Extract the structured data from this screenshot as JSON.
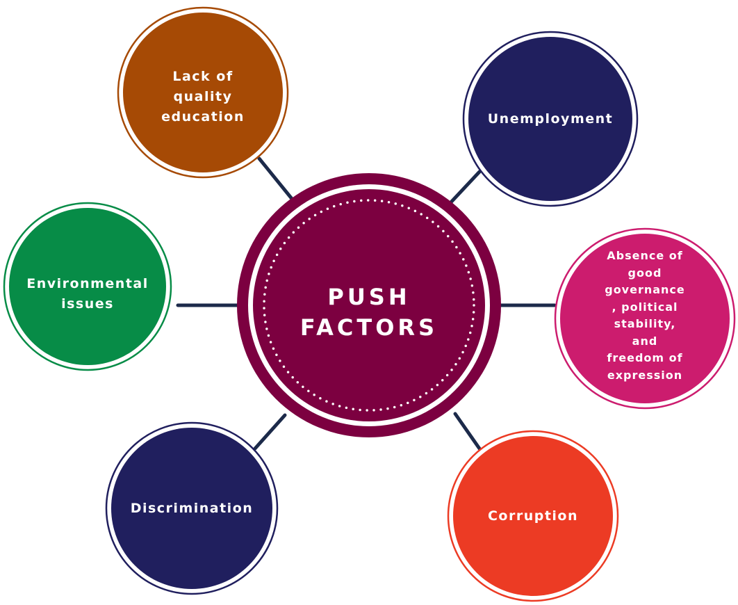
{
  "center": {
    "title_line1": "PUSH",
    "title_line2": "FACTORS",
    "fill": "#7c0040"
  },
  "connector_color": "#1c2a4a",
  "nodes": [
    {
      "id": "lack-of-quality-education",
      "lines": [
        "Lack of",
        "quality",
        "education"
      ],
      "fill": "#a64a05"
    },
    {
      "id": "unemployment",
      "lines": [
        "Unemployment"
      ],
      "fill": "#201f5e"
    },
    {
      "id": "environmental-issues",
      "lines": [
        "Environmental",
        "issues"
      ],
      "fill": "#078c47"
    },
    {
      "id": "absence-of-good-governance",
      "lines": [
        "Absence of",
        "good",
        "governance",
        ", political",
        "stability,",
        "and",
        "freedom of",
        "expression"
      ],
      "fill": "#cc1c6e"
    },
    {
      "id": "discrimination",
      "lines": [
        "Discrimination"
      ],
      "fill": "#201f5e"
    },
    {
      "id": "corruption",
      "lines": [
        "Corruption"
      ],
      "fill": "#ec3b24"
    }
  ]
}
